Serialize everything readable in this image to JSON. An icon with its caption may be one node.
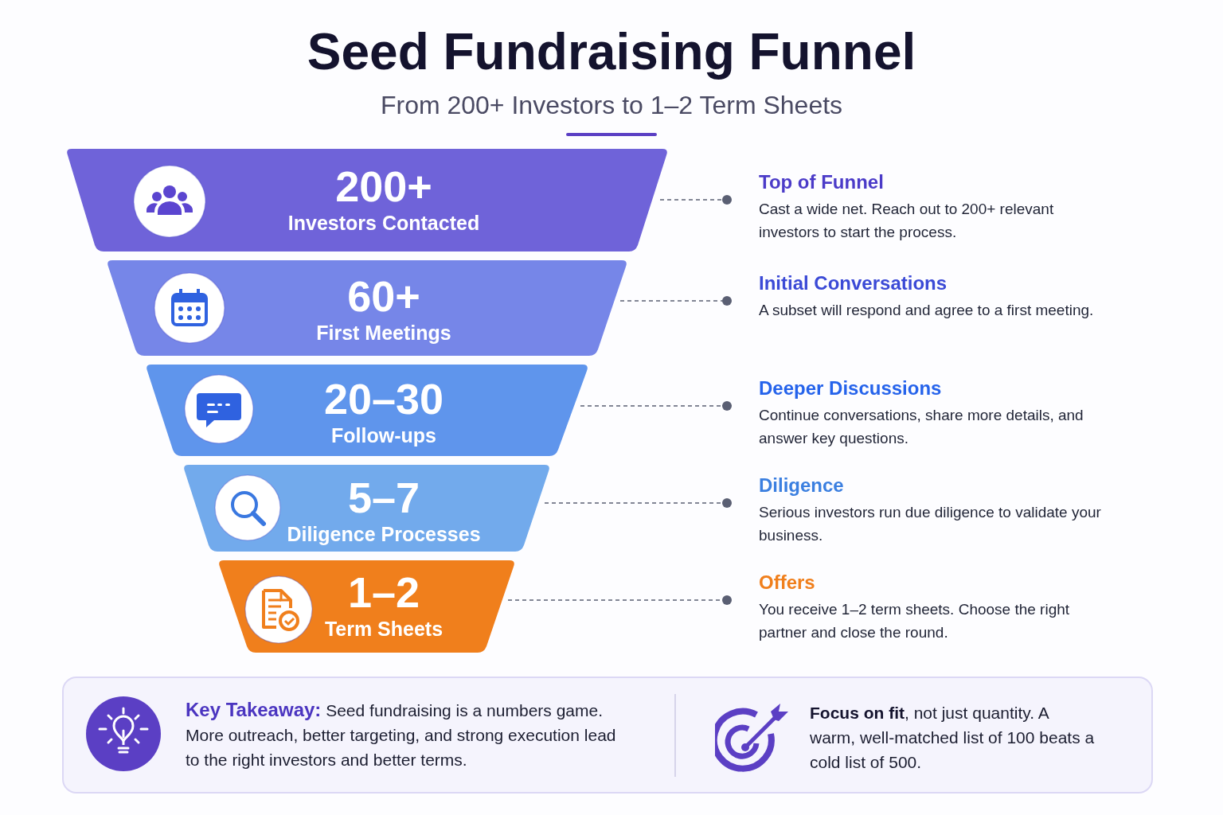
{
  "diagram": {
    "title": "Seed Fundraising Funnel",
    "nodes": [
      {
        "text": [
          "200+",
          "Investors Contacted"
        ]
      },
      {
        "text": [
          "60+",
          "First Meetings"
        ]
      },
      {
        "text": [
          "20–30",
          "Follow-ups"
        ]
      },
      {
        "text": [
          "5–7",
          "Diligence Processes"
        ]
      },
      {
        "text": [
          "1–2",
          "Term Sheets"
        ]
      },
      {
        "text": [
          "Top of Funnel",
          "Cast a wide net. Reach out to 200+ relevant investors to start the process."
        ]
      },
      {
        "text": [
          "Initial Conversations",
          "A subset will respond and agree to a first meeting."
        ]
      },
      {
        "text": [
          "Deeper Discussions",
          "Continue conversations, share more details, and answer key questions."
        ]
      },
      {
        "text": [
          "Diligence",
          "Serious investors run due diligence to validate your business."
        ]
      },
      {
        "text": [
          "Offers",
          "You receive 1–2 term sheets. Choose the right partner and close the round."
        ]
      },
      {
        "text": [
          "**Key Takeaway:** Seed fundraising is a numbers game. More outreach, better targeting, and strong execution lead to the right investors and better terms.",
          "**Focus on fit**, not just quantity. A warm, well-matched list of 100 beats a cold list of 500."
        ]
      }
    ],
    "edges": [
      {
        "from": 0,
        "to": 5,
        "arrow": "other",
        "style": "dashed"
      },
      {
        "from": 1,
        "to": 6,
        "arrow": "other",
        "style": "dashed"
      },
      {
        "from": 2,
        "to": 7,
        "arrow": "other",
        "style": "dashed"
      },
      {
        "from": 3,
        "to": 8,
        "arrow": "other",
        "style": "dashed"
      },
      {
        "from": 4,
        "to": 9,
        "arrow": "other",
        "style": "dashed"
      }
    ],
    "labels": [
      "From 200+ Investors to 1–2 Term Sheets"
    ]
  }
}
